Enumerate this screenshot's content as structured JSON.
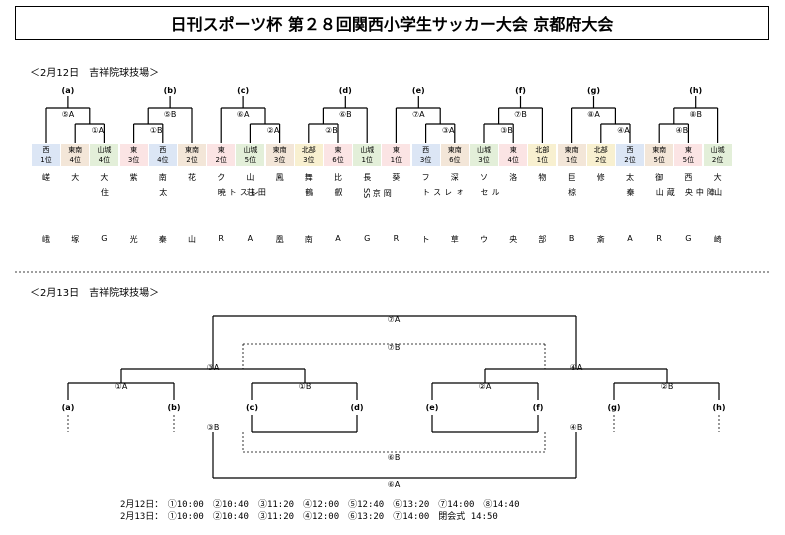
{
  "title": "日刊スポーツ杯 第２８回関西小学生サッカー大会 京都府大会",
  "day1": {
    "heading": "＜2月12日　吉祥院球技場＞",
    "groups": [
      {
        "label": "(a)",
        "match": "⑤A",
        "inner": "①A"
      },
      {
        "label": "(b)",
        "match": "⑤B",
        "inner": "①B"
      },
      {
        "label": "(c)",
        "match": "⑥A",
        "inner": "②A"
      },
      {
        "label": "(d)",
        "match": "⑥B",
        "inner": "②B"
      },
      {
        "label": "(e)",
        "match": "⑦A",
        "inner": "③A"
      },
      {
        "label": "(f)",
        "match": "⑦B",
        "inner": "③B"
      },
      {
        "label": "(g)",
        "match": "⑧A",
        "inner": "④A"
      },
      {
        "label": "(h)",
        "match": "⑧B",
        "inner": "④B"
      }
    ],
    "teams": [
      {
        "pos": "西\n1位",
        "color": "#dce6f5",
        "name": [
          "嵯",
          "",
          "峨"
        ]
      },
      {
        "pos": "東南\n4位",
        "color": "#f3e6d8",
        "name": [
          "大",
          "",
          "塚"
        ]
      },
      {
        "pos": "山城\n4位",
        "color": "#e3efd9",
        "name": [
          "大",
          "住",
          "G"
        ]
      },
      {
        "pos": "東\n3位",
        "color": "#fbe4e4",
        "name": [
          "紫",
          "",
          "光"
        ]
      },
      {
        "pos": "西\n4位",
        "color": "#dce6f5",
        "name": [
          "南",
          "太",
          "秦"
        ]
      },
      {
        "pos": "東南\n2位",
        "color": "#f3e6d8",
        "name": [
          "花",
          "",
          "山"
        ]
      },
      {
        "pos": "東\n2位",
        "color": "#fbe4e4",
        "name": [
          "ク",
          "レスト暁",
          "R"
        ]
      },
      {
        "pos": "山城\n5位",
        "color": "#e3efd9",
        "name": [
          "山",
          "田荘",
          "A"
        ]
      },
      {
        "pos": "東南\n3位",
        "color": "#f3e6d8",
        "name": [
          "鳳",
          "",
          "凰"
        ]
      },
      {
        "pos": "北部\n3位",
        "color": "#f8f0d0",
        "name": [
          "舞",
          "鶴",
          "南"
        ]
      },
      {
        "pos": "東\n6位",
        "color": "#fbe4e4",
        "name": [
          "比",
          "叡",
          "A"
        ]
      },
      {
        "pos": "山城\n1位",
        "color": "#e3efd9",
        "name": [
          "長",
          "岡京SS",
          "G"
        ]
      },
      {
        "pos": "東\n1位",
        "color": "#fbe4e4",
        "name": [
          "葵",
          "",
          "R"
        ]
      },
      {
        "pos": "西\n3位",
        "color": "#dce6f5",
        "name": [
          "フ",
          "ォレスト",
          "ト"
        ]
      },
      {
        "pos": "東南\n6位",
        "color": "#f3e6d8",
        "name": [
          "深",
          "",
          "草"
        ]
      },
      {
        "pos": "山城\n3位",
        "color": "#e3efd9",
        "name": [
          "ソ",
          "ルセ",
          "ウ"
        ]
      },
      {
        "pos": "東\n4位",
        "color": "#fbe4e4",
        "name": [
          "洛",
          "",
          "央"
        ]
      },
      {
        "pos": "北部\n1位",
        "color": "#f8f0d0",
        "name": [
          "物",
          "",
          "部"
        ]
      },
      {
        "pos": "東南\n1位",
        "color": "#f3e6d8",
        "name": [
          "巨",
          "椋",
          "B"
        ]
      },
      {
        "pos": "北部\n2位",
        "color": "#f8f0d0",
        "name": [
          "修",
          "",
          "斎"
        ]
      },
      {
        "pos": "西\n2位",
        "color": "#dce6f5",
        "name": [
          "太",
          "秦",
          "A"
        ]
      },
      {
        "pos": "東南\n5位",
        "color": "#f3e6d8",
        "name": [
          "御",
          "蔵山",
          "R"
        ]
      },
      {
        "pos": "東\n5位",
        "color": "#fbe4e4",
        "name": [
          "西",
          "陣中央",
          "G"
        ]
      },
      {
        "pos": "山城\n2位",
        "color": "#e3efd9",
        "name": [
          "大",
          "山",
          "崎"
        ]
      }
    ]
  },
  "day2": {
    "heading": "＜2月13日　吉祥院球技場＞",
    "labels": [
      "(a)",
      "(b)",
      "(c)",
      "(d)",
      "(e)",
      "(f)",
      "(g)",
      "(h)"
    ],
    "matches": {
      "m1a": "①A",
      "m1b": "①B",
      "m2a": "②A",
      "m2b": "②B",
      "m3a": "③A",
      "m3b": "③B",
      "m4a": "④A",
      "m4b": "④B",
      "m6a": "⑥A",
      "m6b": "⑥B",
      "m7a": "⑦A",
      "m7b": "⑦B"
    }
  },
  "schedule": [
    "2月12日：　①10:00　②10:40　③11:20　④12:00　⑤12:40　⑥13:20　⑦14:00　⑧14:40",
    "2月13日：　①10:00　②10:40　③11:20　④12:00　⑥13:20　⑦14:00　閉会式 14:50"
  ]
}
